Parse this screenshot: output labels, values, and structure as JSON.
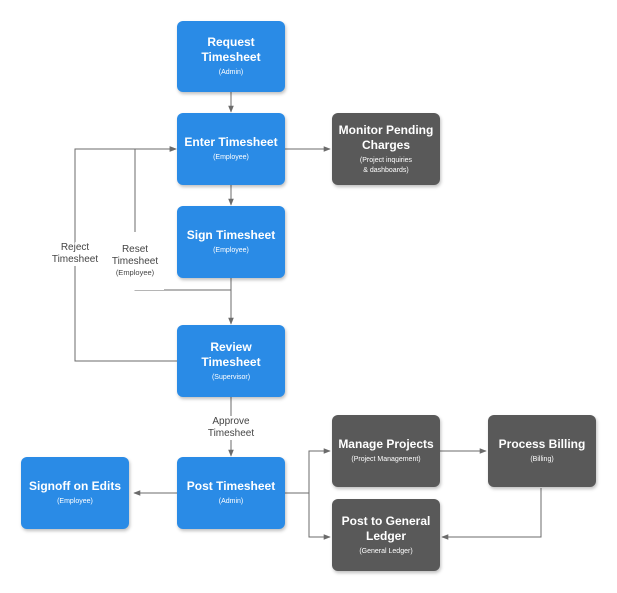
{
  "colors": {
    "process": "#2a8be6",
    "external": "#595959",
    "connector": "#6b6b6b"
  },
  "nodes": {
    "request": {
      "title": "Request\nTimesheet",
      "sub": "(Admin)"
    },
    "enter": {
      "title": "Enter Timesheet",
      "sub": "(Employee)"
    },
    "monitor": {
      "title": "Monitor Pending\nCharges",
      "sub": "(Project inquiries\n& dashboards)"
    },
    "sign": {
      "title": "Sign Timesheet",
      "sub": "(Employee)"
    },
    "review": {
      "title": "Review\nTimesheet",
      "sub": "(Supervisor)"
    },
    "post": {
      "title": "Post Timesheet",
      "sub": "(Admin)"
    },
    "signoff": {
      "title": "Signoff on Edits",
      "sub": "(Employee)"
    },
    "manage": {
      "title": "Manage Projects",
      "sub": "(Project Management)"
    },
    "billing": {
      "title": "Process Billing",
      "sub": "(Billing)"
    },
    "ledger": {
      "title": "Post to General\nLedger",
      "sub": "(General Ledger)"
    }
  },
  "labels": {
    "reject": "Reject\nTimesheet",
    "reset": "Reset\nTimesheet",
    "reset_sub": "(Employee)",
    "approve": "Approve\nTimesheet"
  }
}
